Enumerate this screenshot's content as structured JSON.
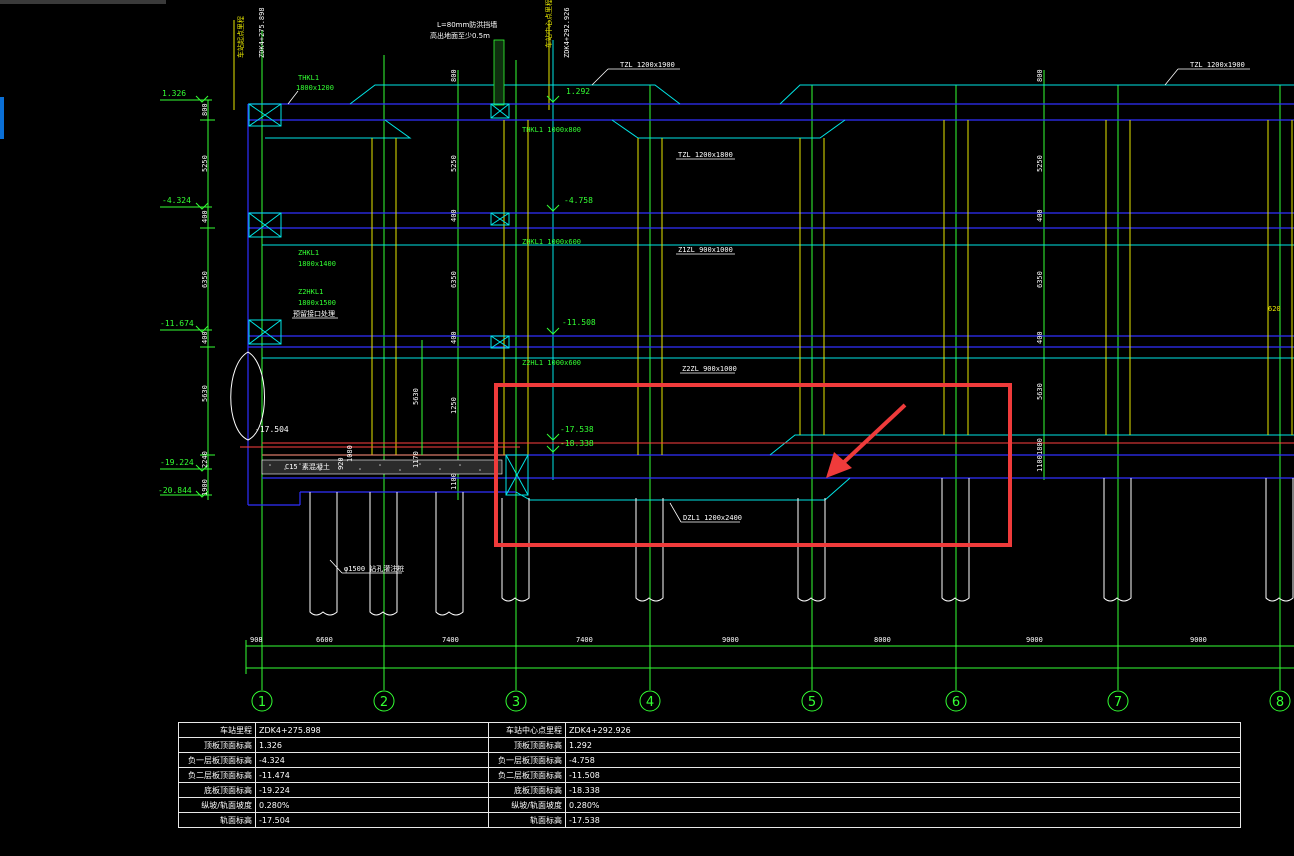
{
  "stations": {
    "left": {
      "name": "车站起点里程",
      "value": "ZDK4+275.898"
    },
    "right": {
      "name": "车站中心点里程",
      "value": "ZDK4+292.926"
    },
    "note_line1": "L=80mm防洪挡墙",
    "note_line2": "高出地面至少0.5m"
  },
  "elevations_left": [
    "1.326",
    "-4.324",
    "-11.674",
    "-19.224",
    "-20.844"
  ],
  "elevations_mid": [
    "1.292",
    "-4.758",
    "-11.508",
    "-17.538",
    "-18.338"
  ],
  "elevation_label_bottom_left": "-17.504",
  "vertical_dims_left": [
    "800",
    "5250",
    "400",
    "6350",
    "400",
    "5630",
    "2240",
    "1900"
  ],
  "vertical_dims_mid": [
    "800",
    "5250",
    "400",
    "6350",
    "400",
    "1250",
    "1170",
    "1100"
  ],
  "vertical_dims_right": [
    "800",
    "5250",
    "400",
    "6350",
    "400",
    "5630",
    "1100",
    "1800"
  ],
  "inner_dims": [
    "5630",
    "920",
    "1080"
  ],
  "beam_labels": [
    {
      "text": "THKL1",
      "sub": "1800x1200"
    },
    {
      "text": "ZHKL1",
      "sub": "1800x1400"
    },
    {
      "text": "Z2HKL1",
      "sub": "1800x1500"
    },
    {
      "text": "THKL1 1000x800"
    },
    {
      "text": "ZHKL1 1000x600"
    },
    {
      "text": "Z2HL1 1000x600"
    },
    {
      "text": "TZL 1200x1900"
    },
    {
      "text": "TZL 1200x1900"
    },
    {
      "text": "TZL 1200x1800"
    },
    {
      "text": "Z1ZL 900x1000"
    },
    {
      "text": "Z2ZL 900x1000"
    },
    {
      "text": "DZL1 1200x2400"
    },
    {
      "text": "φ1500 钻孔灌注桩"
    },
    {
      "text": "C15 素混凝土"
    },
    {
      "text": "预留接口处理"
    }
  ],
  "right_small": "620",
  "spans": [
    "908",
    "6600",
    "7400",
    "7400",
    "9000",
    "8000",
    "9000",
    "9000"
  ],
  "axes": [
    "1",
    "2",
    "3",
    "4",
    "5",
    "6",
    "7",
    "8"
  ],
  "table": [
    {
      "k": "车站里程",
      "v": "ZDK4+275.898",
      "k2": "车站中心点里程",
      "v2": "ZDK4+292.926"
    },
    {
      "k": "顶板顶面标高",
      "v": "1.326",
      "k2": "顶板顶面标高",
      "v2": "1.292"
    },
    {
      "k": "负一层板顶面标高",
      "v": "-4.324",
      "k2": "负一层板顶面标高",
      "v2": "-4.758"
    },
    {
      "k": "负二层板顶面标高",
      "v": "-11.474",
      "k2": "负二层板顶面标高",
      "v2": "-11.508"
    },
    {
      "k": "底板顶面标高",
      "v": "-19.224",
      "k2": "底板顶面标高",
      "v2": "-18.338"
    },
    {
      "k": "纵坡/轨面坡度",
      "v": "0.280%",
      "k2": "纵坡/轨面坡度",
      "v2": "0.280%"
    },
    {
      "k": "轨面标高",
      "v": "-17.504",
      "k2": "轨面标高",
      "v2": "-17.538"
    }
  ],
  "colors": {
    "green": "#33ff33",
    "blue": "#3030ff",
    "cyan": "#00e5e5",
    "yellow": "#e6e600",
    "white": "#ffffff",
    "red": "#ff4040",
    "highlight": "#ef3b3b"
  }
}
